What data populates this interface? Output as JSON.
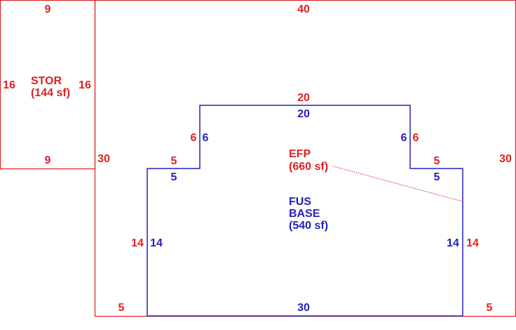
{
  "colors": {
    "red": "#dd2222",
    "blue": "#2222bb"
  },
  "areas": {
    "stor": {
      "name": "STOR",
      "area": "(144 sf)"
    },
    "efp": {
      "name": "EFP",
      "area": "(660 sf)"
    },
    "fus": {
      "name_line1": "FUS",
      "name_line2": "BASE",
      "area": "(540 sf)"
    }
  },
  "dimensions": {
    "stor_top": "9",
    "stor_left": "16",
    "stor_right": "16",
    "stor_bottom": "9",
    "efp_top": "40",
    "efp_left": "30",
    "efp_right": "30",
    "efp_bottom_left": "5",
    "efp_bottom_right": "5",
    "efp_step_top": "20",
    "efp_step_left_riser": "6",
    "efp_step_right_riser": "6",
    "efp_step_left_tread": "5",
    "efp_step_right_tread": "5",
    "efp_lower_left": "14",
    "efp_lower_right": "14",
    "fus_top": "20",
    "fus_left_riser": "6",
    "fus_right_riser": "6",
    "fus_left_tread": "5",
    "fus_right_tread": "5",
    "fus_left": "14",
    "fus_right": "14",
    "fus_bottom": "30"
  }
}
